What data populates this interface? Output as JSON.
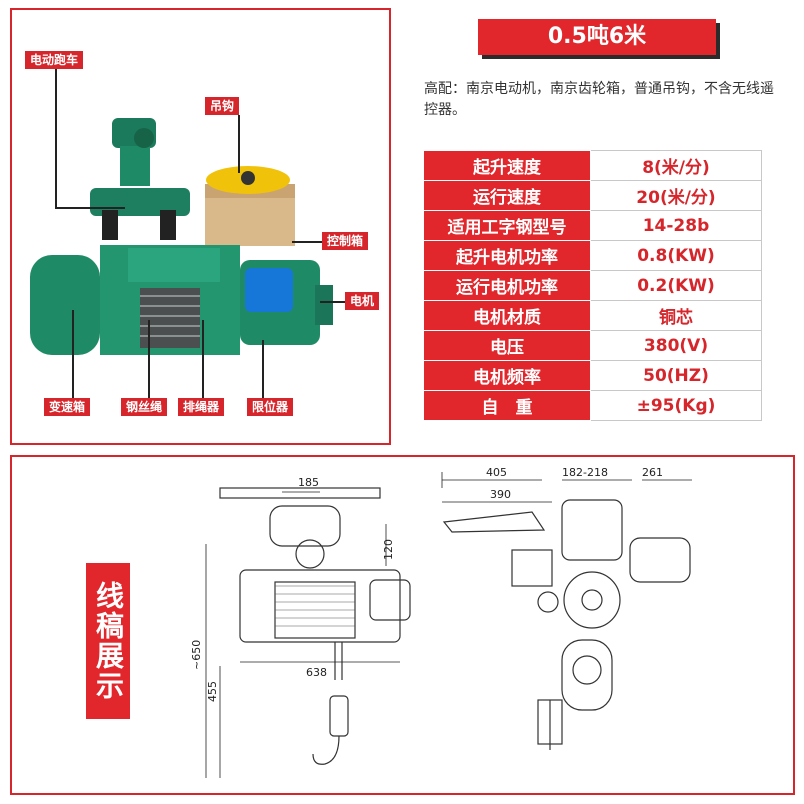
{
  "title": "0.5吨6米",
  "note": "高配：南京电动机，南京齿轮箱，普通吊钩，不含无线遥控器。",
  "photo_labels": {
    "trolley": "电动跑车",
    "hook": "吊钩",
    "control_box": "控制箱",
    "motor": "电机",
    "gearbox": "变速箱",
    "wire_rope": "钢丝绳",
    "rope_guide": "排绳器",
    "limiter": "限位器"
  },
  "specs": [
    {
      "k": "起升速度",
      "v": "8(米/分)"
    },
    {
      "k": "运行速度",
      "v": "20(米/分)"
    },
    {
      "k": "适用工字钢型号",
      "v": "14-28b"
    },
    {
      "k": "起升电机功率",
      "v": "0.8(KW)"
    },
    {
      "k": "运行电机功率",
      "v": "0.2(KW)"
    },
    {
      "k": "电机材质",
      "v": "铜芯"
    },
    {
      "k": "电压",
      "v": "380(V)"
    },
    {
      "k": "电机频率",
      "v": "50(HZ)"
    },
    {
      "k": "自　重",
      "v": "±95(Kg)"
    }
  ],
  "drawing_title": "线稿展示",
  "dimensions": {
    "d185": "185",
    "d120": "120",
    "d638": "638",
    "d650": "~650",
    "d455": "455",
    "d405": "405",
    "d182_218": "182-218",
    "d261": "261",
    "d390": "390"
  }
}
